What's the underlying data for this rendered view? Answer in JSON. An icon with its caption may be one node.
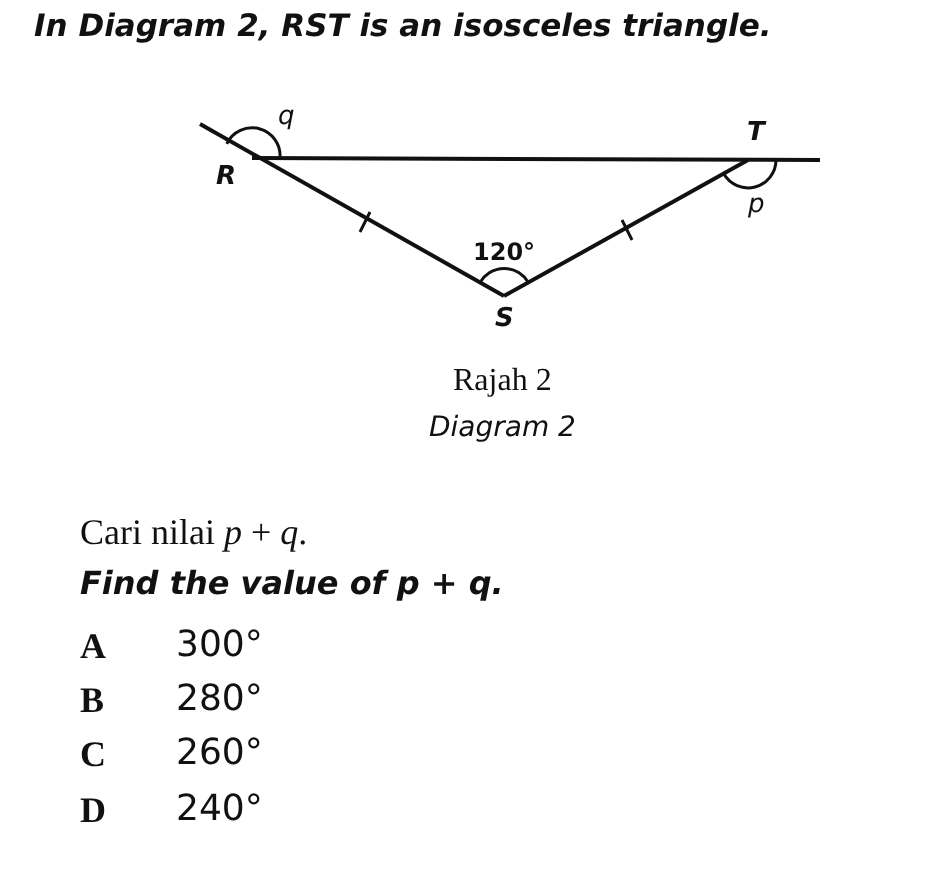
{
  "diagram": {
    "title": "In Diagram 2, RST is an isosceles triangle.",
    "labels": [
      "q",
      "R",
      "T",
      "p",
      "120°",
      "S",
      "Rajah 2",
      "Diagram 2",
      "Cari nilai *p* + *q*.",
      "Find the value of p + q.",
      "A",
      "300°",
      "B",
      "280°",
      "C",
      "260°",
      "D",
      "240°"
    ]
  }
}
